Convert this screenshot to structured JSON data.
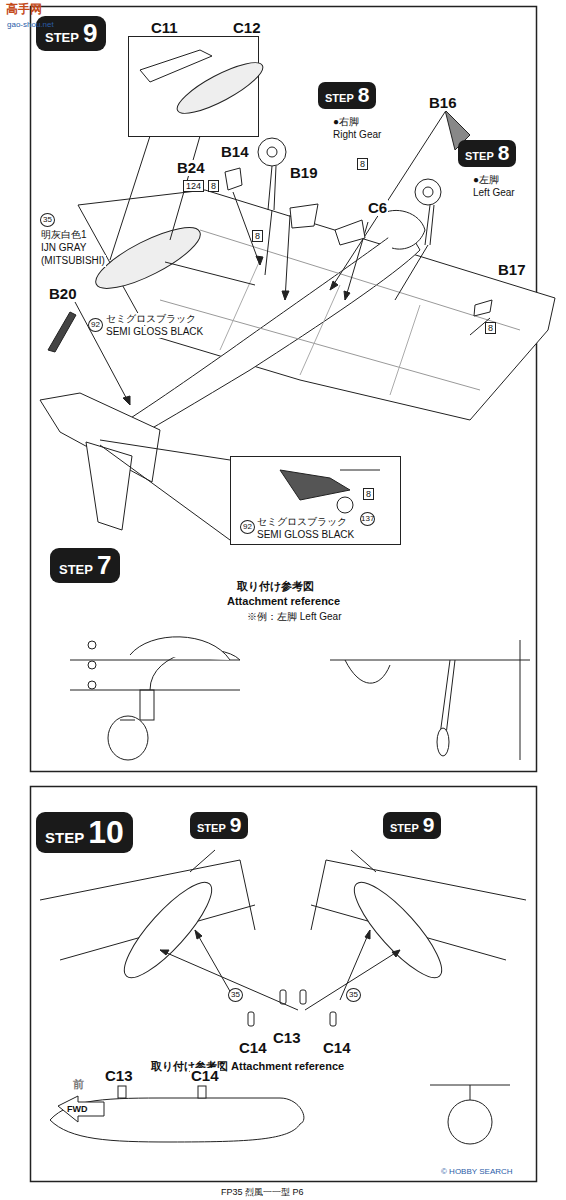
{
  "diagram": {
    "nodes": [
      {
        "text": [
          "STEP",
          "9"
        ]
      },
      {
        "text": [
          "STEP",
          "8"
        ]
      },
      {
        "text": [
          "STEP",
          "8"
        ]
      },
      {
        "text": [
          "STEP",
          "7"
        ]
      },
      {
        "text": [
          "STEP",
          "10"
        ]
      },
      {
        "text": [
          "STEP",
          "9"
        ]
      },
      {
        "text": [
          "STEP",
          "9"
        ]
      }
    ],
    "labels": [
      "高手网",
      "gao-shou.net",
      "C11",
      "C12",
      "B16",
      "B24",
      "124",
      "8",
      "B14",
      "B19",
      "8",
      "C6",
      "8",
      "B17",
      "8",
      "35",
      "明灰白色1",
      "IJN GRAY",
      "(MITSUBISHI)",
      "B20",
      "92",
      "セミグロスブラック",
      "SEMI GLOSS BLACK",
      "●右脚",
      "Right Gear",
      "●左脚",
      "Left Gear",
      "8",
      "137",
      "92",
      "セミグロスブラック",
      "SEMI GLOSS BLACK",
      "取り付け参考図",
      "Attachment reference",
      "※例：左脚 Left Gear",
      "35",
      "35",
      "C13",
      "C14",
      "C14",
      "取り付け参考図 Attachment reference",
      "C13",
      "C14",
      "前",
      "FWD",
      "FP35 烈風一一型 P6",
      "© HOBBY SEARCH"
    ]
  }
}
